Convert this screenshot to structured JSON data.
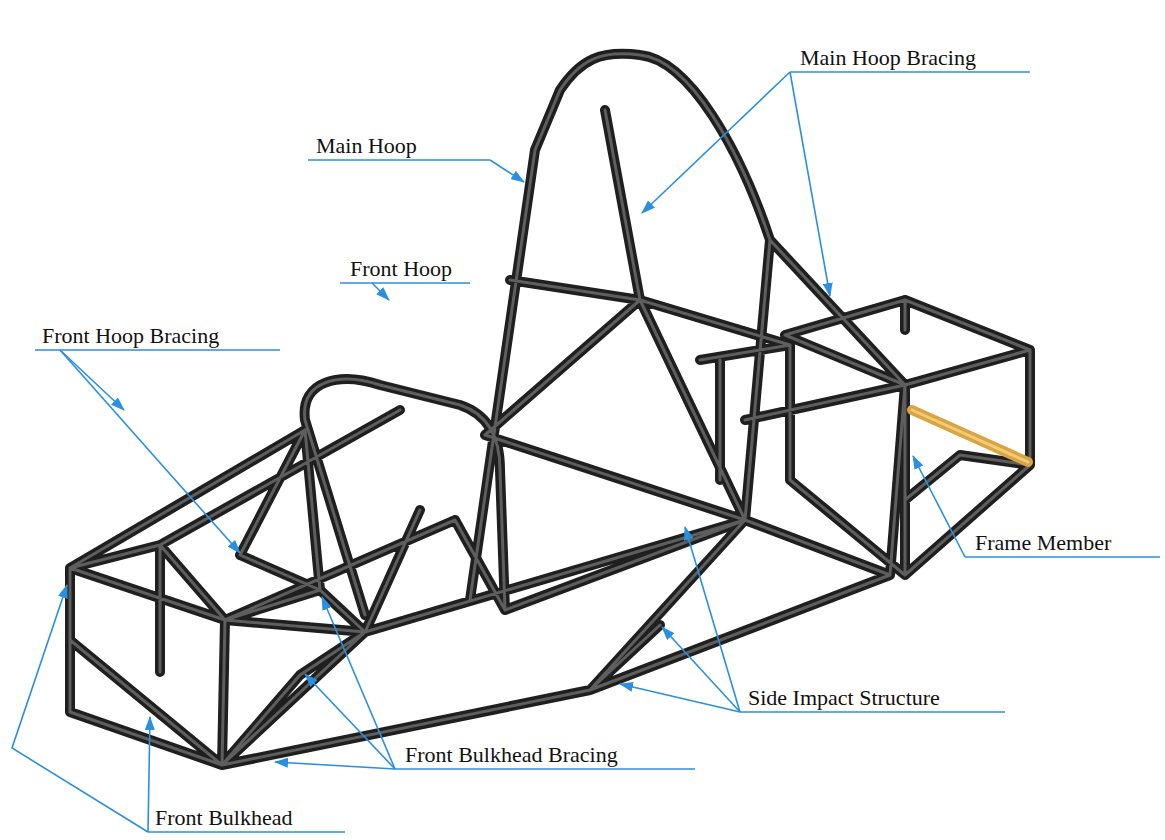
{
  "diagram": {
    "labels": [
      "Main Hoop Bracing",
      "Main Hoop",
      "Front Hoop",
      "Front Hoop Bracing",
      "Frame Member",
      "Side Impact Structure",
      "Front Bulkhead Bracing",
      "Front Bulkhead"
    ]
  }
}
